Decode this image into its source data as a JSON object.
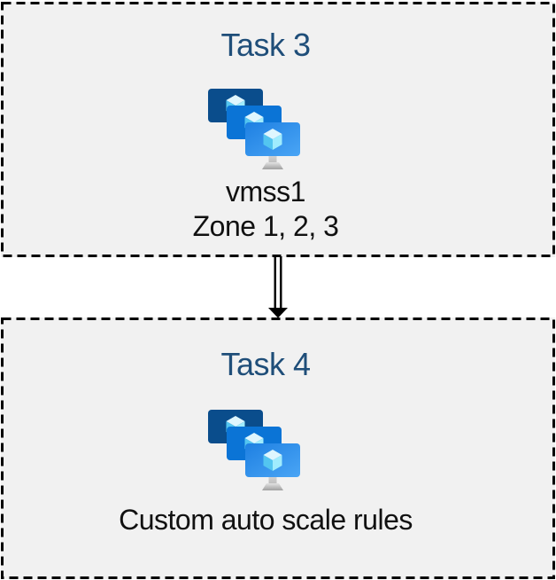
{
  "page": {
    "background": "#ffffff"
  },
  "diagram": {
    "boxes": [
      {
        "title": "Task 3",
        "icon": "vm-scale-set-icon",
        "labels": [
          "vmss1",
          "Zone 1, 2, 3"
        ]
      },
      {
        "title": "Task 4",
        "icon": "vm-scale-set-icon",
        "labels": [
          "Custom auto scale rules"
        ]
      }
    ],
    "connector": {
      "type": "double-line-arrow",
      "direction": "down",
      "from": "Task 3",
      "to": "Task 4"
    },
    "colors": {
      "box_background": "#f1f1f1",
      "box_border": "#000000",
      "title_text": "#1f4e79",
      "label_text": "#111111",
      "monitor_back": "#0a4d8c",
      "monitor_middle": "#0b74d6",
      "monitor_front_start": "#1e80e2",
      "monitor_front_end": "#4aa5f5",
      "cube_top": "#dff6fe",
      "cube_left": "#53c5f0",
      "cube_right": "#a0ecfd"
    }
  }
}
